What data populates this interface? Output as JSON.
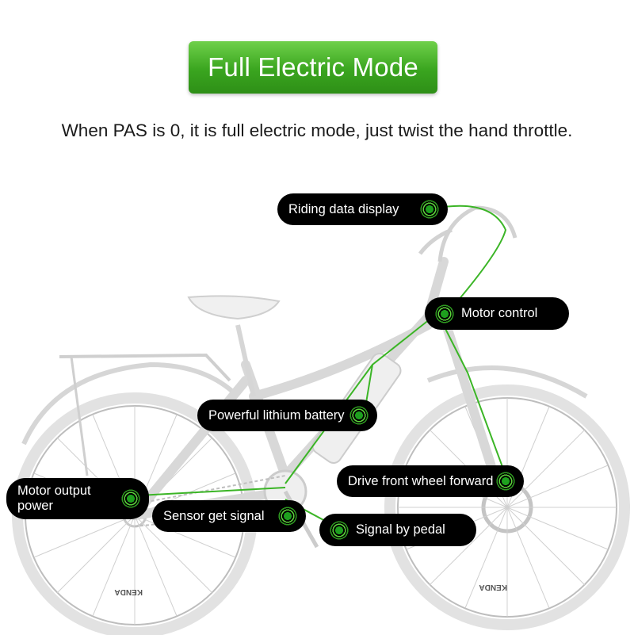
{
  "banner": {
    "title": "Full Electric Mode"
  },
  "subtitle": "When PAS is 0, it is full electric mode, just twist the hand throttle.",
  "callouts": {
    "riding_data_display": "Riding data display",
    "motor_control": "Motor control",
    "lithium_battery": "Powerful lithium battery",
    "motor_output_power_line1": "Motor output",
    "motor_output_power_line2": "power",
    "drive_front_wheel": "Drive front wheel forward",
    "sensor_signal": "Sensor get signal",
    "signal_by_pedal": "Signal by pedal"
  },
  "tire_brand": "KENDA",
  "colors": {
    "banner_green": "#3aa51f",
    "wire_green": "#3bb526",
    "label_bg": "#000000"
  }
}
